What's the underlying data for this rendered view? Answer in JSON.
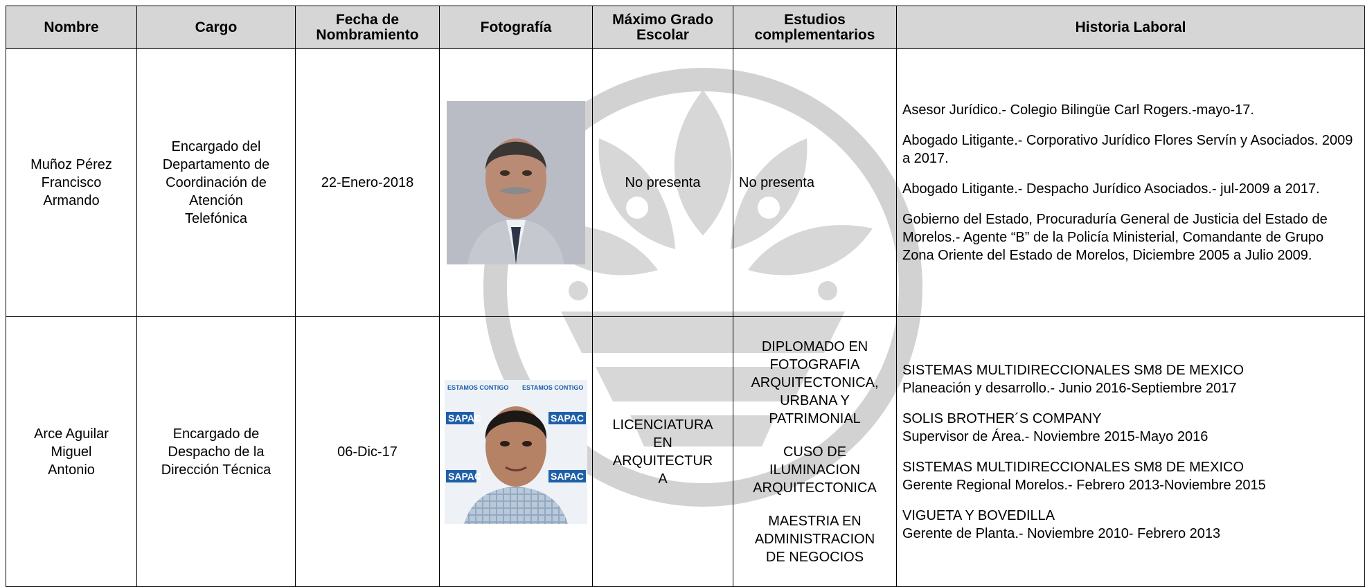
{
  "headers": {
    "nombre": "Nombre",
    "cargo": "Cargo",
    "fecha": "Fecha de Nombramiento",
    "fotografia": "Fotografía",
    "grado": "Máximo Grado Escolar",
    "estudios": "Estudios complementarios",
    "historia": "Historia Laboral"
  },
  "rows": [
    {
      "nombre": "Muñoz Pérez\nFrancisco\nArmando",
      "cargo": "Encargado del\nDepartamento de\nCoordinación de\nAtención\nTelefónica",
      "fecha": "22-Enero-2018",
      "grado": "No presenta",
      "estudios": "No presenta",
      "historia": [
        "Asesor Jurídico.- Colegio Bilingüe Carl Rogers.-mayo-17.",
        "Abogado Litigante.- Corporativo Jurídico Flores Servín y Asociados. 2009 a 2017.",
        "Abogado Litigante.- Despacho Jurídico Asociados.- jul-2009 a 2017.",
        "Gobierno del Estado, Procuraduría General de Justicia del Estado de Morelos.- Agente “B” de la Policía Ministerial,  Comandante de Grupo Zona Oriente del Estado de Morelos, Diciembre 2005 a Julio 2009."
      ]
    },
    {
      "nombre": "Arce Aguilar\nMiguel\nAntonio",
      "cargo": "Encargado de\nDespacho de la\nDirección Técnica",
      "fecha": "06-Dic-17",
      "grado": "LICENCIATURA\nEN\nARQUITECTUR\nA",
      "estudios": [
        "DIPLOMADO EN\nFOTOGRAFIA\nARQUITECTONICA,\nURBANA Y\nPATRIMONIAL",
        "CUSO DE\nILUMINACION\nARQUITECTONICA",
        "MAESTRIA EN\nADMINISTRACION\nDE NEGOCIOS"
      ],
      "historia": [
        "SISTEMAS MULTIDIRECCIONALES SM8 DE MEXICO\nPlaneación y desarrollo.- Junio 2016-Septiembre 2017",
        "SOLIS BROTHER´S COMPANY\nSupervisor de Área.- Noviembre 2015-Mayo 2016",
        "SISTEMAS MULTIDIRECCIONALES SM8 DE MEXICO\nGerente Regional Morelos.- Febrero 2013-Noviembre 2015",
        "VIGUETA Y BOVEDILLA\nGerente de Planta.- Noviembre 2010- Febrero 2013"
      ],
      "photo_banner": [
        "ESTAMOS CONTIGO",
        "SAPAC"
      ]
    }
  ],
  "colors": {
    "header_bg": "#d6d6d6",
    "border": "#000000",
    "watermark": "#cfcfcf",
    "banner_blue": "#1f5fa8"
  }
}
